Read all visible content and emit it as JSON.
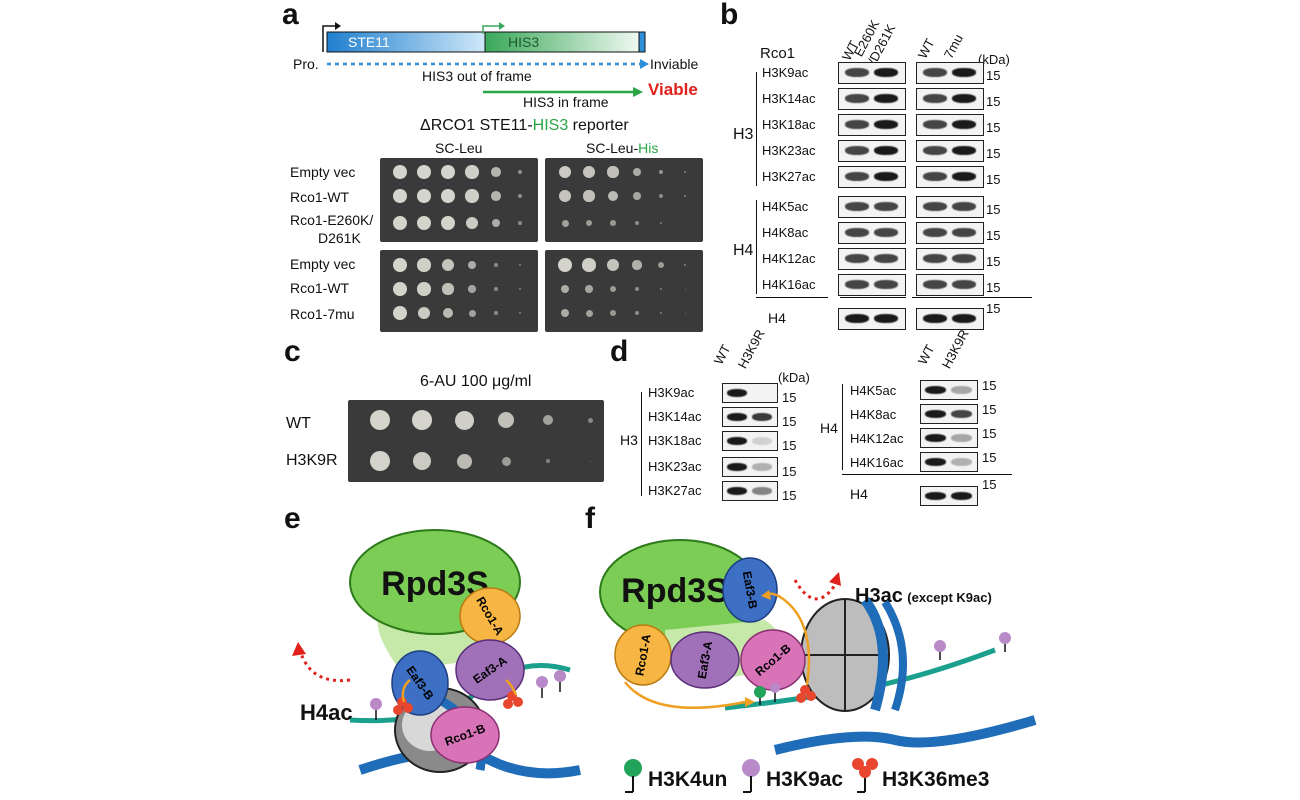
{
  "panels": {
    "a": "a",
    "b": "b",
    "c": "c",
    "d": "d",
    "e": "e",
    "f": "f"
  },
  "a": {
    "construct": {
      "ste11": "STE11",
      "his3": "HIS3"
    },
    "promoter": "Pro.",
    "inviable": "Inviable",
    "out_of_frame": "HIS3 out of frame",
    "in_frame": "HIS3 in frame",
    "viable": "Viable",
    "title_prefix": "ΔRCO1  STE11-",
    "title_his3": "HIS3",
    "title_suffix": " reporter",
    "media_left": "SC-Leu",
    "media_right_prefix": "SC-Leu-",
    "media_right_his": "His",
    "strains_top": [
      "Empty vec",
      "Rco1-WT",
      "Rco1-E260K/",
      "D261K"
    ],
    "strains_bottom": [
      "Empty vec",
      "Rco1-WT",
      "Rco1-7mu"
    ]
  },
  "b": {
    "rco1": "Rco1",
    "lanes_left": [
      "WT",
      "E260K",
      "/D261K"
    ],
    "lanes_right": [
      "WT",
      "7mu"
    ],
    "kda": "(kDa)",
    "h3_group": "H3",
    "h4_group": "H4",
    "h3_marks": [
      "H3K9ac",
      "H3K14ac",
      "H3K18ac",
      "H3K23ac",
      "H3K27ac"
    ],
    "h4_marks": [
      "H4K5ac",
      "H4K8ac",
      "H4K12ac",
      "H4K16ac"
    ],
    "loading": "H4",
    "size": "15"
  },
  "c": {
    "condition": "6-AU  100 μg/ml",
    "strains": [
      "WT",
      "H3K9R"
    ]
  },
  "d": {
    "lanes": [
      "WT",
      "H3K9R"
    ],
    "kda": "(kDa)",
    "h3_group": "H3",
    "h4_group": "H4",
    "h3_marks": [
      "H3K9ac",
      "H3K14ac",
      "H3K18ac",
      "H3K23ac",
      "H3K27ac"
    ],
    "h4_marks": [
      "H4K5ac",
      "H4K8ac",
      "H4K12ac",
      "H4K16ac"
    ],
    "loading": "H4",
    "size": "15"
  },
  "e": {
    "complex": "Rpd3S",
    "subunits": [
      "Rco1-A",
      "Eaf3-B",
      "Eaf3-A",
      "Rco1-B"
    ],
    "label": "H4ac"
  },
  "f": {
    "complex": "Rpd3S",
    "subunits": [
      "Eaf3-B",
      "Rco1-A",
      "Eaf3-A",
      "Rco1-B"
    ],
    "label": "H3ac",
    "label_note": "(except K9ac)"
  },
  "legend": [
    "H3K4un",
    "H3K9ac",
    "H3K36me3"
  ],
  "colors": {
    "ste11_blue": "#2f8fd8",
    "his3_green": "#3daa5a",
    "viable_red": "#e0201b",
    "rpd3s_green": "#7ccd55",
    "eaf3_blue": "#3d6fc4",
    "rco1_orange": "#f7b643",
    "eaf3a_purple": "#a070b8",
    "rco1b_pink": "#d873b8",
    "dna_blue": "#1f6cb8",
    "teal": "#1aa08c",
    "h3k4un_green": "#22a35a",
    "h3k9ac_purple": "#b88ac8",
    "h3k36me3_red": "#e8462e"
  }
}
